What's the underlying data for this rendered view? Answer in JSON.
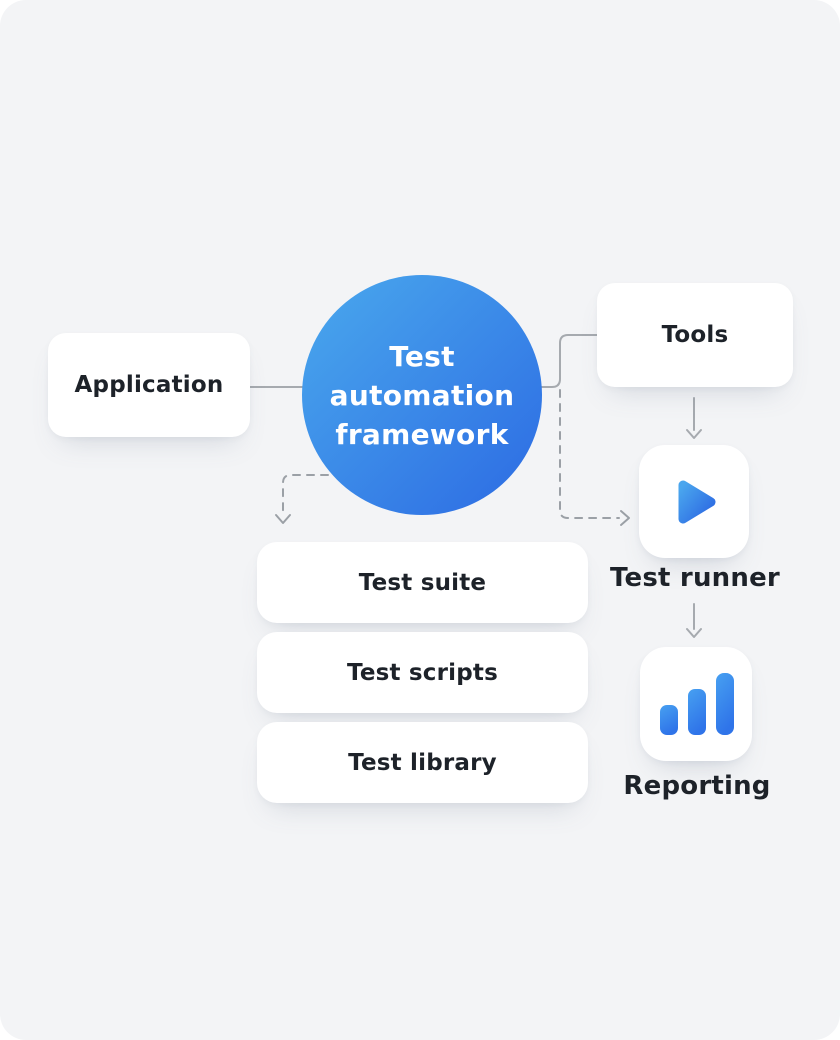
{
  "diagram": {
    "title_node": {
      "lines": [
        "Test",
        "automation",
        "framework"
      ],
      "label": "Test automation framework"
    },
    "nodes": {
      "application": {
        "label": "Application"
      },
      "tools": {
        "label": "Tools"
      },
      "test_suite": {
        "label": "Test suite"
      },
      "test_scripts": {
        "label": "Test scripts"
      },
      "test_library": {
        "label": "Test library"
      },
      "test_runner": {
        "label": "Test runner",
        "icon": "play-icon"
      },
      "reporting": {
        "label": "Reporting",
        "icon": "bar-chart-icon"
      }
    },
    "edges": [
      {
        "from": "application",
        "to": "framework",
        "style": "solid-line"
      },
      {
        "from": "framework",
        "to": "tools",
        "style": "solid-elbow"
      },
      {
        "from": "framework",
        "to": "test_suite",
        "style": "dashed-elbow-arrow"
      },
      {
        "from": "framework",
        "to": "test_runner",
        "style": "dashed-elbow-arrow"
      },
      {
        "from": "tools",
        "to": "test_runner",
        "style": "solid-arrow"
      },
      {
        "from": "test_runner",
        "to": "reporting",
        "style": "solid-arrow"
      }
    ],
    "colors": {
      "canvas_background": "#f3f4f6",
      "card_background": "#ffffff",
      "text_dark": "#1d2229",
      "text_light": "#ffffff",
      "connector_gray": "#a6aaaf",
      "circle_gradient_start": "#4aa9ed",
      "circle_gradient_end": "#2c6ae3",
      "icon_gradient_start": "#4aa6ee",
      "icon_gradient_end": "#2b66e2"
    }
  }
}
